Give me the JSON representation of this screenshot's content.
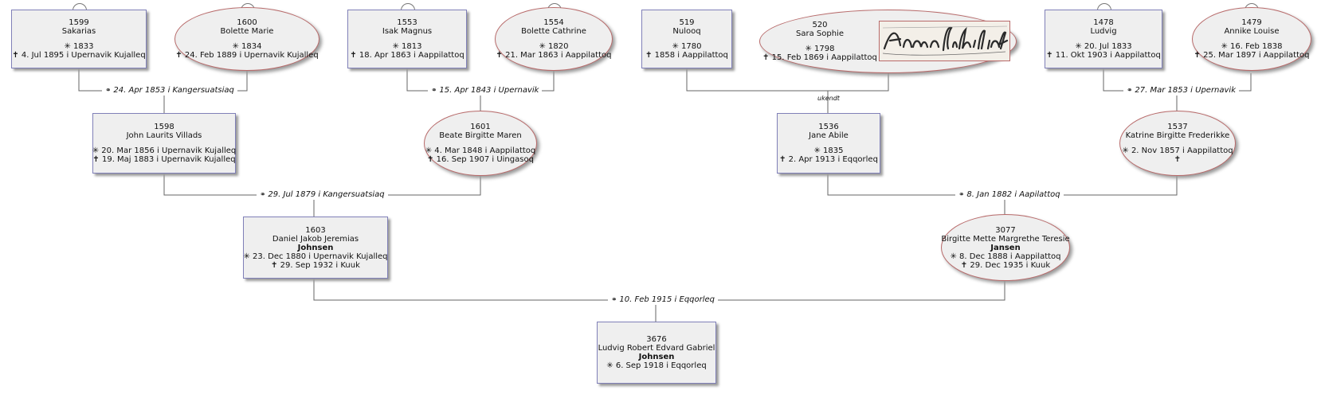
{
  "persons": {
    "p1599": {
      "id": "1599",
      "name": "Sakarias",
      "birth": "✳ 1833",
      "death": "✝ 4. Jul 1895 i  Upernavik Kujalleq"
    },
    "p1600": {
      "id": "1600",
      "name": "Bolette Marie",
      "birth": "✳ 1834",
      "death": "✝ 24. Feb 1889 i  Upernavik Kujalleq"
    },
    "p1553": {
      "id": "1553",
      "name": "Isak Magnus",
      "birth": "✳ 1813",
      "death": "✝ 18. Apr 1863 i  Aappilattoq"
    },
    "p1554": {
      "id": "1554",
      "name": "Bolette Cathrine",
      "birth": "✳ 1820",
      "death": "✝ 21. Mar 1863 i  Aappilattoq"
    },
    "p519": {
      "id": "519",
      "name": "Nulooq",
      "birth": "✳ 1780",
      "death": "✝ 1858 i  Aappilattoq"
    },
    "p520": {
      "id": "520",
      "name": "Sara Sophie",
      "birth": "✳ 1798",
      "death": "✝ 15. Feb 1869 i  Aappilattoq",
      "signature_text": "Arnarfidilsiak"
    },
    "p1478": {
      "id": "1478",
      "name": "Ludvig",
      "birth": "✳ 20. Jul 1833",
      "death": "✝ 11. Okt 1903 i  Aappilattoq"
    },
    "p1479": {
      "id": "1479",
      "name": "Annike Louise",
      "birth": "✳ 16. Feb 1838",
      "death": "✝ 25. Mar 1897 i  Aappilattoq"
    },
    "p1598": {
      "id": "1598",
      "name": "John Laurits Villads",
      "birth": "✳ 20. Mar 1856 i  Upernavik Kujalleq",
      "death": "✝ 19. Maj 1883 i  Upernavik Kujalleq"
    },
    "p1601": {
      "id": "1601",
      "name": "Beate Birgitte Maren",
      "birth": "✳ 4. Mar 1848 i  Aappilattoq",
      "death": "✝ 16. Sep 1907 i  Uingasoq"
    },
    "p1536": {
      "id": "1536",
      "name": "Jane Abile",
      "birth": "✳ 1835",
      "death": "✝ 2. Apr 1913 i  Eqqorleq"
    },
    "p1537": {
      "id": "1537",
      "name": "Katrine Birgitte Frederikke",
      "birth": "✳ 2. Nov 1857 i  Aappilattoq",
      "death": "✝"
    },
    "p1603": {
      "id": "1603",
      "name": "Daniel Jakob Jeremias",
      "surname": "Johnsen",
      "birth": "✳ 23. Dec 1880 i  Upernavik Kujalleq",
      "death": "✝ 29. Sep 1932 i  Kuuk"
    },
    "p3077": {
      "id": "3077",
      "name": "Birgitte Mette Margrethe Teresie",
      "surname": "Jansen",
      "birth": "✳ 8. Dec 1888 i  Aappilattoq",
      "death": "✝ 29. Dec 1935 i  Kuuk"
    },
    "p3676": {
      "id": "3676",
      "name": "Ludvig Robert Edvard Gabriel",
      "surname": "Johnsen",
      "birth": "✳ 6. Sep 1918 i  Eqqorleq"
    }
  },
  "marriages": {
    "m1": {
      "text": "24. Apr 1853 i  Kangersuatsiaq"
    },
    "m2": {
      "text": "15. Apr 1843 i  Upernavik"
    },
    "m3": {
      "text": "ukendt"
    },
    "m4": {
      "text": "27. Mar 1853 i  Upernavik"
    },
    "m5": {
      "text": "29. Jul 1879 i  Kangersuatsiaq"
    },
    "m6": {
      "text": "8. Jan 1882 i  Aapilattoq"
    },
    "m7": {
      "text": "10. Feb 1915 i  Eqqorleq"
    }
  },
  "colors": {
    "male_border": "#8080b8",
    "female_border": "#b86a6a",
    "box_fill": "#efefef",
    "line": "#666666"
  }
}
